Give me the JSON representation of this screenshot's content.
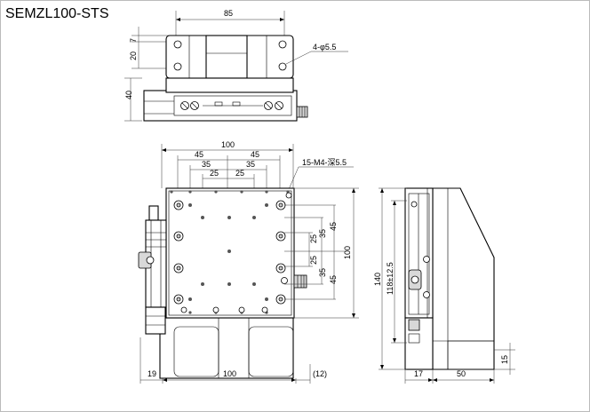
{
  "title": "SEMZL100-STS",
  "top_view": {
    "dim_width": "85",
    "dim_7": "7",
    "dim_20": "20",
    "dim_40": "40",
    "hole_note": "4-φ5.5"
  },
  "front_view": {
    "dim_100_top": "100",
    "dim_45_left": "45",
    "dim_45_right": "45",
    "dim_35_left": "35",
    "dim_35_right": "35",
    "dim_25_left": "25",
    "dim_25_right": "25",
    "tap_note": "15-M4-深5.5",
    "dim_45_up": "45",
    "dim_35_up": "35",
    "dim_25_up": "25",
    "dim_25_down": "25",
    "dim_35_down": "35",
    "dim_45_down": "45",
    "dim_100_right": "100",
    "dim_19": "19",
    "dim_100_bottom": "100",
    "dim_12": "(12)"
  },
  "side_view": {
    "dim_140": "140",
    "dim_118": "118±12.5",
    "dim_15": "15",
    "dim_17": "17",
    "dim_50": "50"
  }
}
